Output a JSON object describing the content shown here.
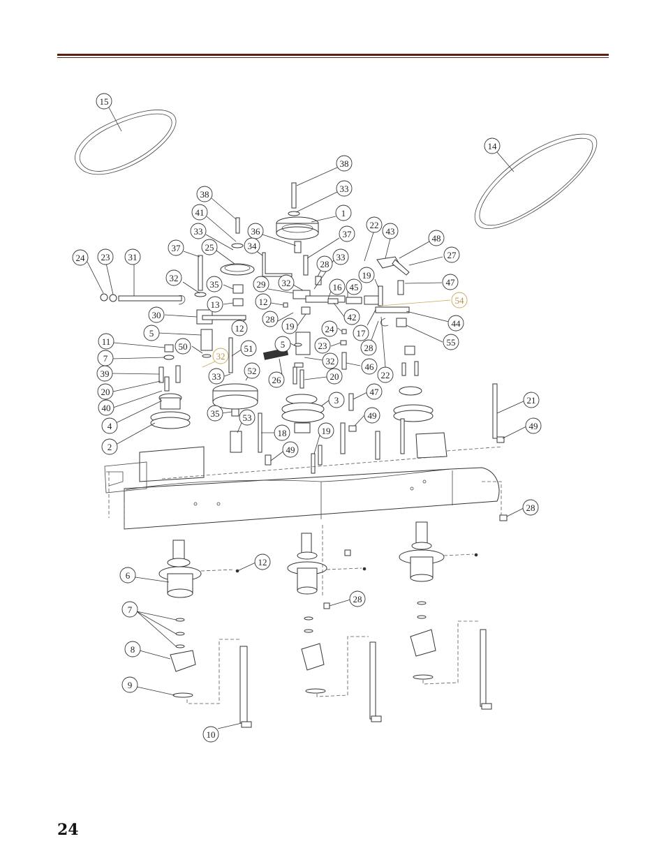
{
  "page_number": "24",
  "callouts": [
    {
      "id": "c15",
      "label": "15"
    },
    {
      "id": "c14",
      "label": "14"
    },
    {
      "id": "c38a",
      "label": "38"
    },
    {
      "id": "c33a",
      "label": "33"
    },
    {
      "id": "c1",
      "label": "1"
    },
    {
      "id": "c38b",
      "label": "38"
    },
    {
      "id": "c41",
      "label": "41"
    },
    {
      "id": "c33b",
      "label": "33"
    },
    {
      "id": "c36",
      "label": "36"
    },
    {
      "id": "c37a",
      "label": "37"
    },
    {
      "id": "c22a",
      "label": "22"
    },
    {
      "id": "c43",
      "label": "43"
    },
    {
      "id": "c48",
      "label": "48"
    },
    {
      "id": "c37b",
      "label": "37"
    },
    {
      "id": "c25",
      "label": "25"
    },
    {
      "id": "c34",
      "label": "34"
    },
    {
      "id": "c28a",
      "label": "28"
    },
    {
      "id": "c33c",
      "label": "33"
    },
    {
      "id": "c27",
      "label": "27"
    },
    {
      "id": "c24a",
      "label": "24"
    },
    {
      "id": "c23a",
      "label": "23"
    },
    {
      "id": "c31",
      "label": "31"
    },
    {
      "id": "c19a",
      "label": "19"
    },
    {
      "id": "c47a",
      "label": "47"
    },
    {
      "id": "c32a",
      "label": "32"
    },
    {
      "id": "c35a",
      "label": "35"
    },
    {
      "id": "c29",
      "label": "29"
    },
    {
      "id": "c32b",
      "label": "32"
    },
    {
      "id": "c16",
      "label": "16"
    },
    {
      "id": "c45",
      "label": "45"
    },
    {
      "id": "c54",
      "label": "54"
    },
    {
      "id": "c13",
      "label": "13"
    },
    {
      "id": "c12a",
      "label": "12"
    },
    {
      "id": "c30",
      "label": "30"
    },
    {
      "id": "c28b",
      "label": "28"
    },
    {
      "id": "c42",
      "label": "42"
    },
    {
      "id": "c44",
      "label": "44"
    },
    {
      "id": "c12b",
      "label": "12"
    },
    {
      "id": "c19b",
      "label": "19"
    },
    {
      "id": "c24b",
      "label": "24"
    },
    {
      "id": "c17",
      "label": "17"
    },
    {
      "id": "c5a",
      "label": "5"
    },
    {
      "id": "c55",
      "label": "55"
    },
    {
      "id": "c11",
      "label": "11"
    },
    {
      "id": "c50",
      "label": "50"
    },
    {
      "id": "c51",
      "label": "51"
    },
    {
      "id": "c5b",
      "label": "5"
    },
    {
      "id": "c23b",
      "label": "23"
    },
    {
      "id": "c28c",
      "label": "28"
    },
    {
      "id": "c7a",
      "label": "7"
    },
    {
      "id": "c32c",
      "label": "32"
    },
    {
      "id": "c32d",
      "label": "32"
    },
    {
      "id": "c46",
      "label": "46"
    },
    {
      "id": "c39",
      "label": "39"
    },
    {
      "id": "c33d",
      "label": "33"
    },
    {
      "id": "c52",
      "label": "52"
    },
    {
      "id": "c26",
      "label": "26"
    },
    {
      "id": "c20a",
      "label": "20"
    },
    {
      "id": "c22b",
      "label": "22"
    },
    {
      "id": "c20b",
      "label": "20"
    },
    {
      "id": "c40",
      "label": "40"
    },
    {
      "id": "c47b",
      "label": "47"
    },
    {
      "id": "c3",
      "label": "3"
    },
    {
      "id": "c21",
      "label": "21"
    },
    {
      "id": "c4",
      "label": "4"
    },
    {
      "id": "c35b",
      "label": "35"
    },
    {
      "id": "c53",
      "label": "53"
    },
    {
      "id": "c49a",
      "label": "49"
    },
    {
      "id": "c49b",
      "label": "49"
    },
    {
      "id": "c2",
      "label": "2"
    },
    {
      "id": "c18",
      "label": "18"
    },
    {
      "id": "c19c",
      "label": "19"
    },
    {
      "id": "c49c",
      "label": "49"
    },
    {
      "id": "c28d",
      "label": "28"
    },
    {
      "id": "c6",
      "label": "6"
    },
    {
      "id": "c12c",
      "label": "12"
    },
    {
      "id": "c28e",
      "label": "28"
    },
    {
      "id": "c7b",
      "label": "7"
    },
    {
      "id": "c8",
      "label": "8"
    },
    {
      "id": "c9",
      "label": "9"
    },
    {
      "id": "c10",
      "label": "10"
    }
  ]
}
